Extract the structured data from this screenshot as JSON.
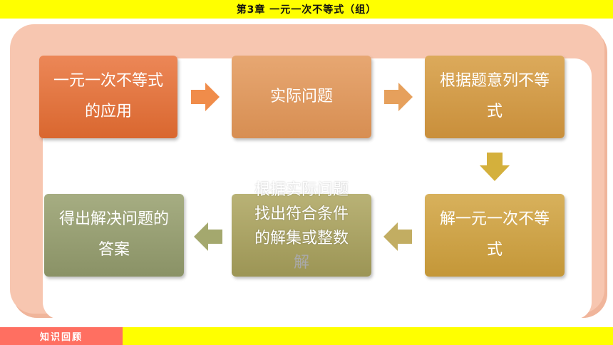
{
  "header": {
    "title": "第3章  一元一次不等式（组）"
  },
  "diagram": {
    "box1": "一元一次不等式的应用",
    "box2": "实际问题",
    "box3": "根据题意列不等式",
    "box4": "解一元一次不等式",
    "box5": {
      "line1": "根据实际问题",
      "line2": "找出符合条件",
      "line3": "的解集或整数",
      "line4": "解"
    },
    "box6": "得出解决问题的答案"
  },
  "footer": {
    "tag": "知识回顾"
  },
  "colors": {
    "banner": "#ffff00",
    "tag": "#ff6f61",
    "frame": "#f7c6b0",
    "arrow": "#f08c4a",
    "arrow_down": "#d4b03c",
    "arrow_back": "#a4a86e"
  }
}
